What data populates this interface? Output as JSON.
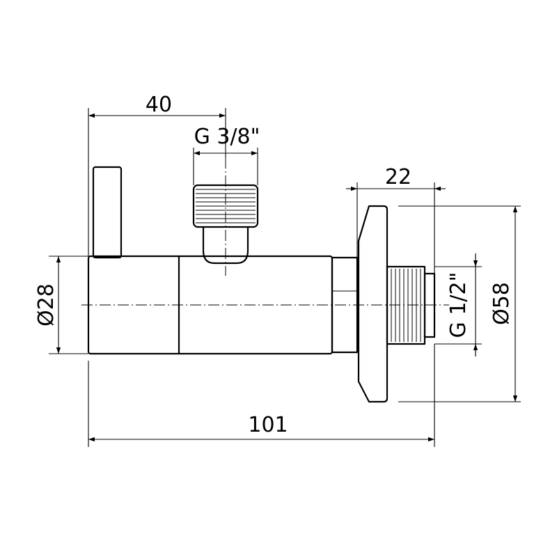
{
  "dimensions": {
    "handle_offset": "40",
    "outlet_thread": "G 3/8\"",
    "flange_depth": "22",
    "body_diameter": "Ø28",
    "inlet_thread": "G 1/2\"",
    "flange_diameter": "Ø58",
    "overall_length": "101"
  }
}
